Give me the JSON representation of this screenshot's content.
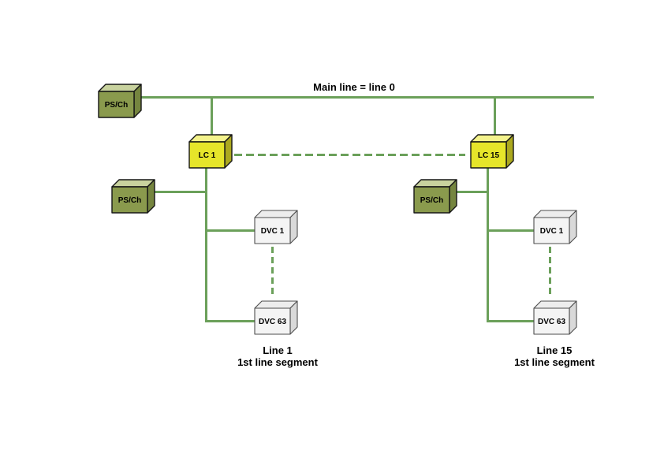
{
  "colors": {
    "line-green": "#6BA05A",
    "ps-front": "#8A9A4D",
    "ps-top": "#C8D29E",
    "ps-side": "#75853F",
    "lc-front": "#E6E52A",
    "lc-top": "#F4F38C",
    "lc-side": "#ACA91F",
    "dvc-front": "#F4F4F4",
    "dvc-top": "#EDEDED",
    "dvc-side": "#D9D9D9"
  },
  "main_line": {
    "label": "Main line = line 0"
  },
  "nodes": {
    "ps_main": {
      "label": "PS/Ch"
    },
    "lc1": {
      "label": "LC 1"
    },
    "lc15": {
      "label": "LC 15"
    },
    "ps_line1": {
      "label": "PS/Ch"
    },
    "ps_line15": {
      "label": "PS/Ch"
    },
    "dvc1_line1": {
      "label": "DVC 1"
    },
    "dvc63_line1": {
      "label": "DVC 63"
    },
    "dvc1_line15": {
      "label": "DVC 1"
    },
    "dvc63_line15": {
      "label": "DVC 63"
    }
  },
  "captions": {
    "line1": {
      "title": "Line 1",
      "subtitle": "1st line segment"
    },
    "line15": {
      "title": "Line 15",
      "subtitle": "1st line segment"
    }
  }
}
